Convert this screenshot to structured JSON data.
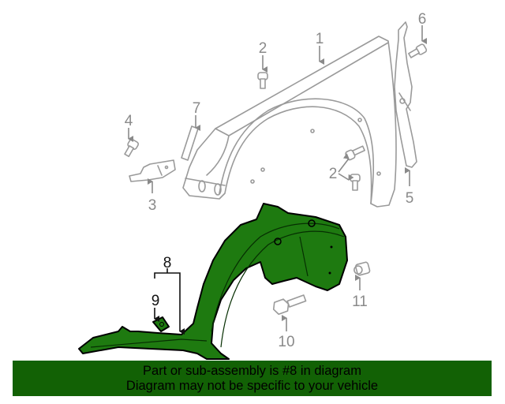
{
  "diagram": {
    "title": "Front fender and inner fender liner parts diagram",
    "highlight_color": "#1e7a10",
    "callouts": [
      {
        "id": "1",
        "label": "1",
        "part": "fender"
      },
      {
        "id": "2a",
        "label": "2",
        "part": "bolt (top)"
      },
      {
        "id": "2b",
        "label": "2",
        "part": "bolts (side)"
      },
      {
        "id": "3",
        "label": "3",
        "part": "bracket"
      },
      {
        "id": "4",
        "label": "4",
        "part": "bolt"
      },
      {
        "id": "5",
        "label": "5",
        "part": "side support"
      },
      {
        "id": "6",
        "label": "6",
        "part": "bolt"
      },
      {
        "id": "7",
        "label": "7",
        "part": "seal"
      },
      {
        "id": "8",
        "label": "8",
        "part": "fender liner (highlighted)"
      },
      {
        "id": "9",
        "label": "9",
        "part": "clip nut"
      },
      {
        "id": "10",
        "label": "10",
        "part": "screw"
      },
      {
        "id": "11",
        "label": "11",
        "part": "push retainer"
      }
    ]
  },
  "banner": {
    "background": "#126105",
    "line1": "Part or sub-assembly is #8 in diagram",
    "line2": "Diagram may not be specific to your vehicle"
  }
}
